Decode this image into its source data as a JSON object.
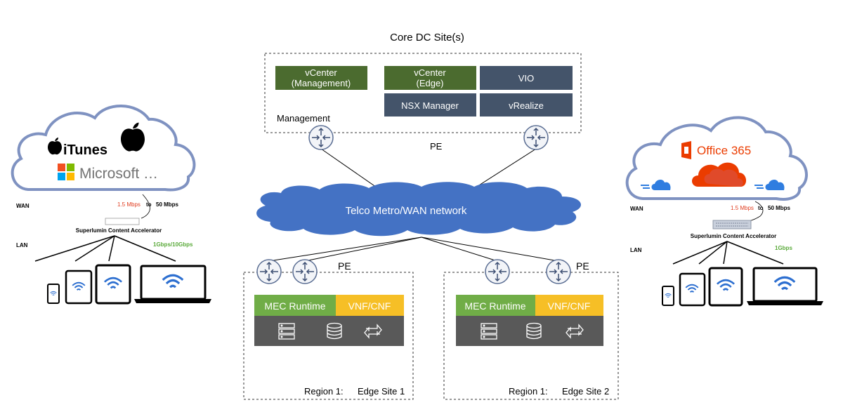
{
  "core_dc": {
    "title": "Core DC Site(s)",
    "management_label": "Management",
    "pe_label": "PE",
    "boxes": [
      {
        "line1": "vCenter",
        "line2": "(Management)",
        "color": "#4b6b2f"
      },
      {
        "line1": "vCenter",
        "line2": "(Edge)",
        "color": "#4b6b2f"
      },
      {
        "line1": "VIO",
        "line2": "",
        "color": "#44546a"
      },
      {
        "line1": "NSX Manager",
        "line2": "",
        "color": "#44546a"
      },
      {
        "line1": "vRealize",
        "line2": "",
        "color": "#44546a"
      }
    ]
  },
  "network": {
    "label": "Telco Metro/WAN network",
    "color": "#4472c4"
  },
  "edge_sites": [
    {
      "pe_label": "PE",
      "mec_label": "MEC Runtime",
      "vnf_label": "VNF/CNF",
      "region_label": "Region 1:",
      "site_label": "Edge Site 1"
    },
    {
      "pe_label": "PE",
      "mec_label": "MEC Runtime",
      "vnf_label": "VNF/CNF",
      "region_label": "Region 1:",
      "site_label": "Edge Site 2"
    }
  ],
  "edge_colors": {
    "mec": "#70ad47",
    "vnf": "#f6bf26",
    "infra": "#595959"
  },
  "left_branch": {
    "brand_itunes": "iTunes",
    "brand_microsoft": "Microsoft …",
    "wan_label": "WAN",
    "lan_label": "LAN",
    "speed_low": "1.5 Mbps",
    "speed_to": "to",
    "speed_high": "50 Mbps",
    "accelerator_label": "Superlumin Content Accelerator",
    "lan_speed": "1Gbps/10Gbps"
  },
  "right_branch": {
    "brand_office": "Office 365",
    "wan_label": "WAN",
    "lan_label": "LAN",
    "speed_low": "1.5 Mbps",
    "speed_to": "to",
    "speed_high": "50 Mbps",
    "accelerator_label": "Superlumin Content Accelerator",
    "lan_speed": "1Gbps"
  },
  "accent_colors": {
    "speed_red": "#e03c1f",
    "speed_green": "#5aaa3a",
    "cloud_outline": "#7f92c1",
    "office_red": "#eb3c00"
  }
}
